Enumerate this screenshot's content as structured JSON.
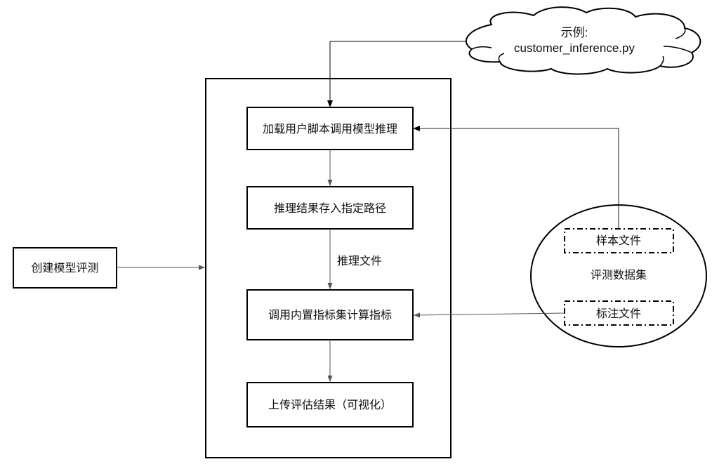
{
  "diagram": {
    "type": "flowchart",
    "colors": {
      "stroke": "#000000",
      "connector": "#555555",
      "background": "#ffffff",
      "text": "#111111"
    },
    "nodes": {
      "start": {
        "label": "创建模型评测"
      },
      "container": {
        "label": ""
      },
      "step1": {
        "label": "加载用户脚本调用模型推理"
      },
      "step2": {
        "label": "推理结果存入指定路径"
      },
      "step3": {
        "label": "调用内置指标集计算指标"
      },
      "step4": {
        "label": "上传评估结果（可视化）"
      },
      "cloud": {
        "line1": "示例:",
        "line2": "customer_inference.py"
      },
      "dataset": {
        "label": "评测数据集",
        "sample_files": "样本文件",
        "annotation_files": "标注文件"
      }
    },
    "edges": [
      {
        "from": "start",
        "to": "container",
        "label": ""
      },
      {
        "from": "cloud",
        "to": "step1",
        "label": ""
      },
      {
        "from": "dataset.sample_files",
        "to": "step1",
        "label": ""
      },
      {
        "from": "step1",
        "to": "step2",
        "label": ""
      },
      {
        "from": "step2",
        "to": "step3",
        "label": "推理文件"
      },
      {
        "from": "dataset.annotation_files",
        "to": "step3",
        "label": ""
      },
      {
        "from": "step3",
        "to": "step4",
        "label": ""
      }
    ],
    "edge_label_inference_file": "推理文件"
  }
}
